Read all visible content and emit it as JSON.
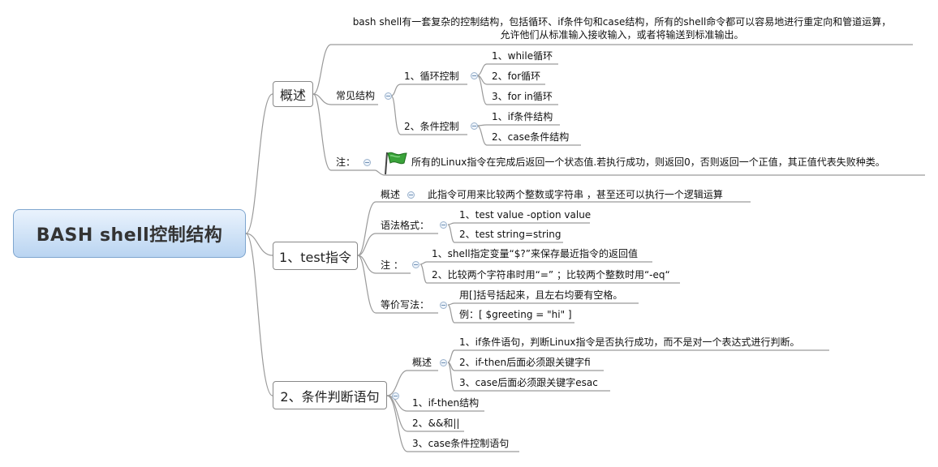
{
  "root": "BASH shell控制结构",
  "overview": {
    "label": "概述",
    "desc_line1": "bash shell有一套复杂的控制结构，包括循环、if条件句和case结构，所有的shell命令都可以容易地进行重定向和管道运算，",
    "desc_line2": "允许他们从标准输入接收输入，或者将输送到标准输出。",
    "common": {
      "label": "常见结构",
      "loop": {
        "label": "1、循环控制",
        "items": [
          "1、while循环",
          "2、for循环",
          "3、for in循环"
        ]
      },
      "cond": {
        "label": "2、条件控制",
        "items": [
          "1、if条件结构",
          "2、case条件结构"
        ]
      }
    },
    "note": {
      "label": "注：",
      "text": "所有的Linux指令在完成后返回一个状态值.若执行成功，则返回0，否则返回一个正值，其正值代表失败种类。"
    }
  },
  "test": {
    "label": "1、test指令",
    "overview": {
      "label": "概述",
      "text": "此指令可用来比较两个整数或字符串 ，甚至还可以执行一个逻辑运算"
    },
    "syntax": {
      "label": "语法格式：",
      "items": [
        "1、test value -option value",
        "2、test string=string"
      ]
    },
    "note": {
      "label": "注 ：",
      "items": [
        "1、shell指定变量“$?”来保存最近指令的返回值",
        "2、比较两个字符串时用“=” ；比较两个整数时用“-eq“"
      ]
    },
    "equiv": {
      "label": "等价写法：",
      "items": [
        "用[]括号括起来，且左右均要有空格。",
        "例：[  $greeting = \"hi\"  ]"
      ]
    }
  },
  "cond": {
    "label": "2、条件判断语句",
    "overview": {
      "label": "概述",
      "items": [
        "1、if条件语句，判断Linux指令是否执行成功，而不是对一个表达式进行判断。",
        "2、if-then后面必须跟关键字fi",
        "3、case后面必须跟关键字esac"
      ]
    },
    "items": [
      "1、if-then结构",
      "2、&&和||",
      "3、case条件控制语句"
    ]
  },
  "colors": {
    "link": "#9a9a9a",
    "root_border": "#7fa6cf",
    "root_top": "#eaf3fd",
    "root_bottom": "#b9d4f1",
    "flag": "#3aa33a"
  },
  "icons": [
    "collapse-icon",
    "flag-icon"
  ]
}
